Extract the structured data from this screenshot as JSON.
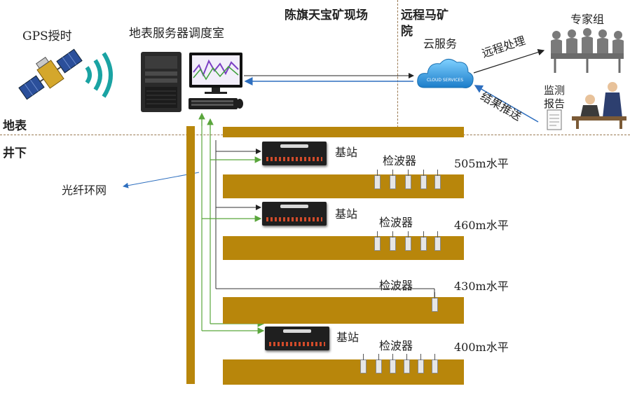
{
  "labels": {
    "gps": "GPS授时",
    "dispatch": "地表服务器调度室",
    "site": "陈旗天宝矿现场",
    "remote_line1": "远程马矿",
    "remote_line2": "院",
    "cloud": "云服务",
    "cloud_logo": "CLOUD SERVICES",
    "experts": "专家组",
    "remote_processing": "远程处理",
    "result_push": "结果推送",
    "report_line1": "监测",
    "report_line2": "报告",
    "surface": "地表",
    "underground": "井下",
    "fiber_ring": "光纤环网"
  },
  "levels": [
    {
      "name": "505m水平",
      "base_station": "基站",
      "detector": "检波器"
    },
    {
      "name": "460m水平",
      "base_station": "基站",
      "detector": "检波器"
    },
    {
      "name": "430m水平",
      "detector": "检波器"
    },
    {
      "name": "400m水平",
      "base_station": "基站",
      "detector": "检波器"
    }
  ],
  "colors": {
    "mine_level": "#b8860b",
    "fiber_link": "#5aa63c",
    "data_link": "#2e6fbf",
    "cloud": "#2f8fd8",
    "wifi": "#1aa3a3"
  },
  "icons": [
    "satellite-icon",
    "wifi-signal-icon",
    "server-tower-icon",
    "monitor-icon",
    "keyboard-icon",
    "mouse-icon",
    "cloud-icon",
    "experts-group-icon",
    "analyst-icon",
    "report-icon",
    "base-station-icon",
    "geophone-icon"
  ]
}
